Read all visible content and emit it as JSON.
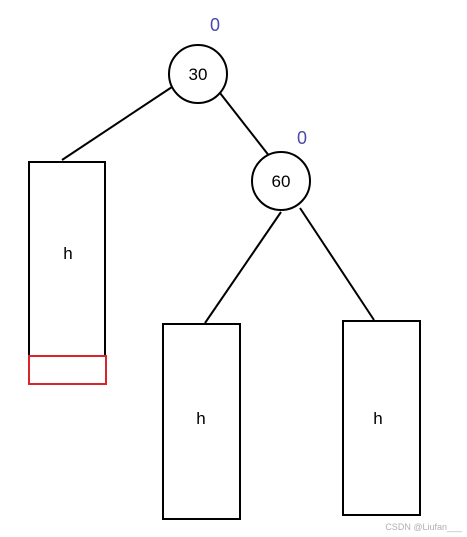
{
  "colors": {
    "balance_factor": "#4a4aa8",
    "stroke": "#000000",
    "highlight_box": "#d9252a",
    "watermark": "#b0b0b0"
  },
  "nodes": {
    "root": {
      "label": "30",
      "balance_factor": "0"
    },
    "right_child": {
      "label": "60",
      "balance_factor": "0"
    }
  },
  "subtrees": {
    "left": {
      "label": "h"
    },
    "right_left": {
      "label": "h"
    },
    "right_right": {
      "label": "h"
    }
  },
  "watermark": "CSDN @Liufan___"
}
